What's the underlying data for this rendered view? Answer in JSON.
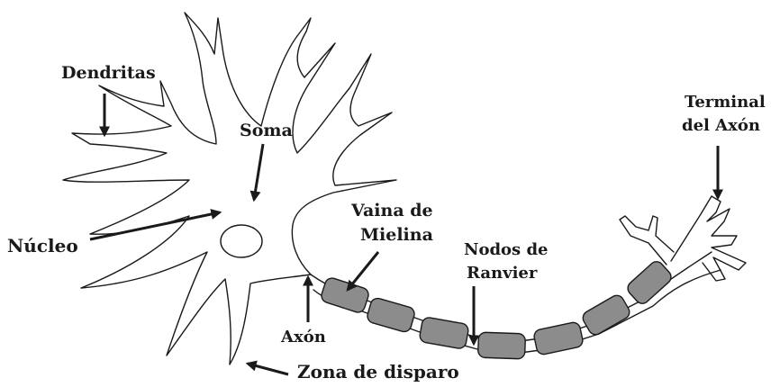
{
  "labels": {
    "dendritas": "Dendritas",
    "soma": "Soma",
    "nucleo": "Núcleo",
    "vaina_line1": "Vaina de",
    "vaina_line2": "Mielina",
    "nodos_line1": "Nodos de",
    "nodos_line2": "Ranvier",
    "terminal_line1": "Terminal",
    "terminal_line2": "del Axón",
    "axon": "Axón",
    "zona": "Zona de disparo"
  },
  "colors": {
    "myelin_fill": "#8c8c8c",
    "outline": "#1a1a1a",
    "background": "#ffffff"
  }
}
